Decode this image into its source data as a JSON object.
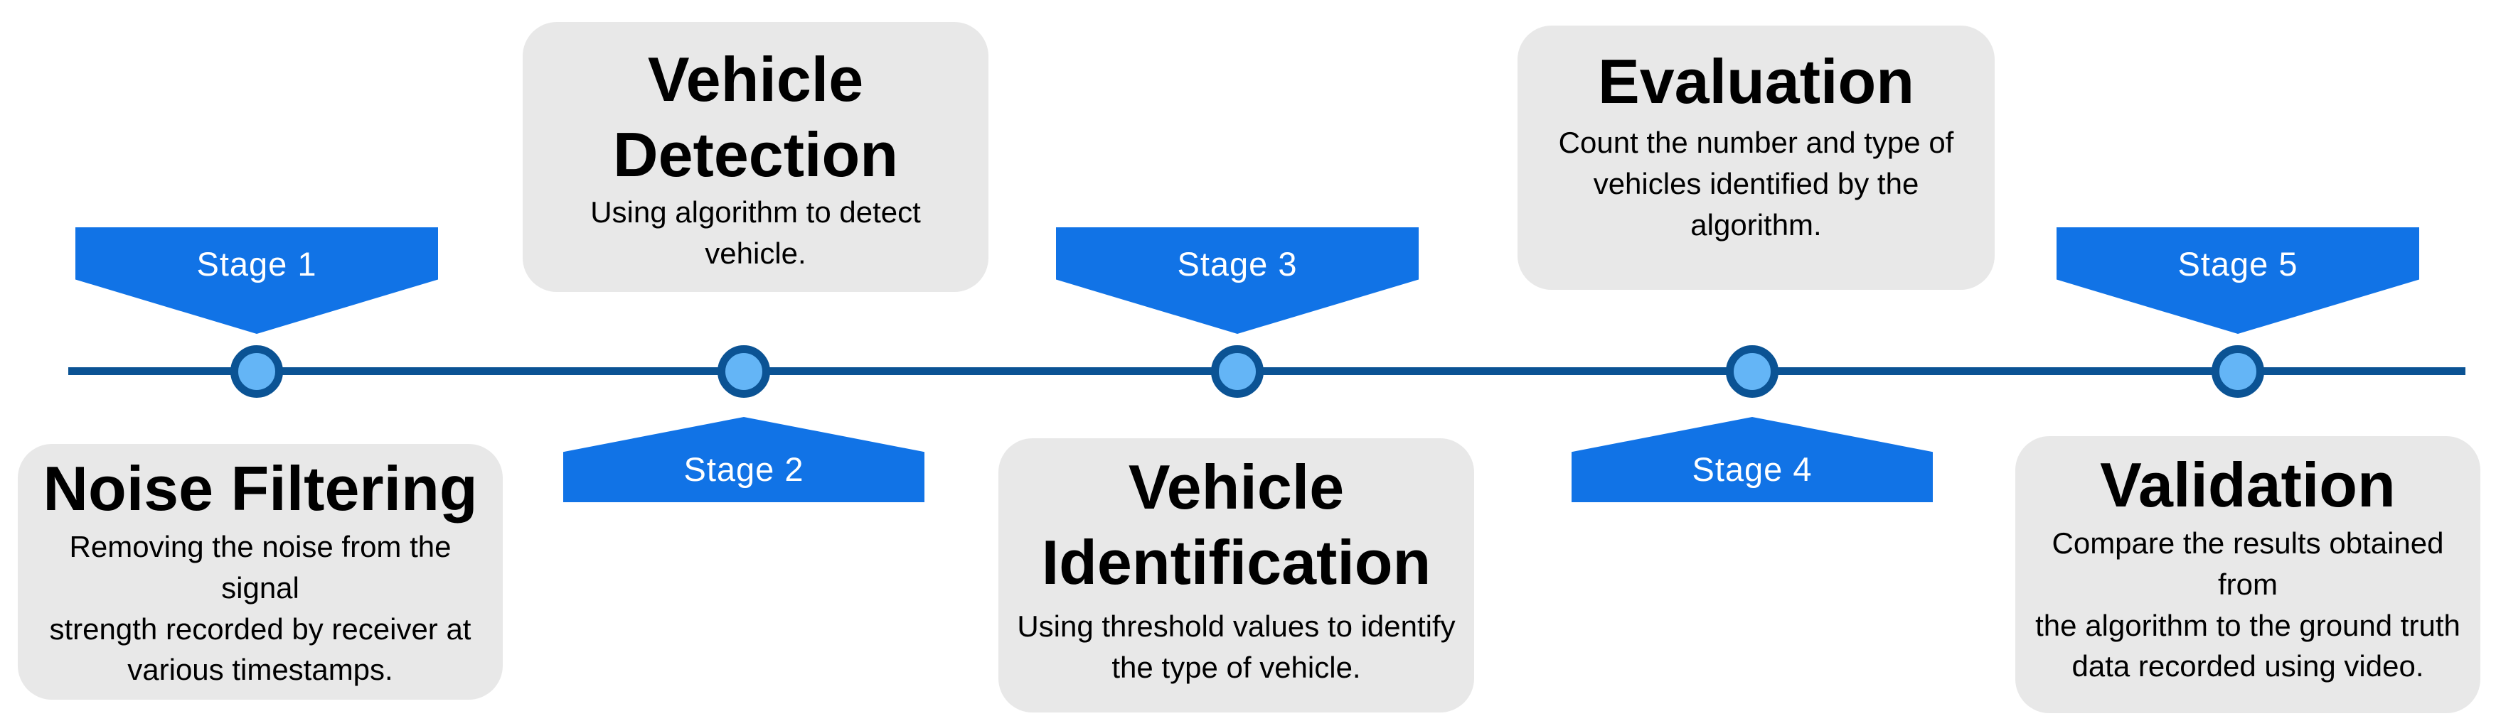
{
  "colors": {
    "stage_banner_blue": "#1173E6",
    "timeline_dark_blue": "#0B5394",
    "node_fill_light_blue": "#64B5F6",
    "card_gray": "#E8E8E8",
    "stage_text_white": "#FFFFFF",
    "card_text_black": "#000000",
    "page_background": "#FFFFFF"
  },
  "timeline": {
    "stages": [
      {
        "label": "Stage 1",
        "banner_position": "above-line",
        "card_position": "below-line",
        "title": "Noise Filtering",
        "description": "Removing the noise from the signal\nstrength recorded by receiver at\nvarious timestamps."
      },
      {
        "label": "Stage 2",
        "banner_position": "below-line",
        "card_position": "above-line",
        "title": "Vehicle\nDetection",
        "description": "Using algorithm to detect vehicle."
      },
      {
        "label": "Stage 3",
        "banner_position": "above-line",
        "card_position": "below-line",
        "title": "Vehicle\nIdentification",
        "description": "Using threshold values to identify\nthe type of vehicle."
      },
      {
        "label": "Stage 4",
        "banner_position": "below-line",
        "card_position": "above-line",
        "title": "Evaluation",
        "description": "Count the number and type of\nvehicles identified by the algorithm."
      },
      {
        "label": "Stage 5",
        "banner_position": "above-line",
        "card_position": "below-line",
        "title": "Validation",
        "description": "Compare the results obtained from\nthe algorithm to the ground truth\ndata recorded using video."
      }
    ]
  }
}
